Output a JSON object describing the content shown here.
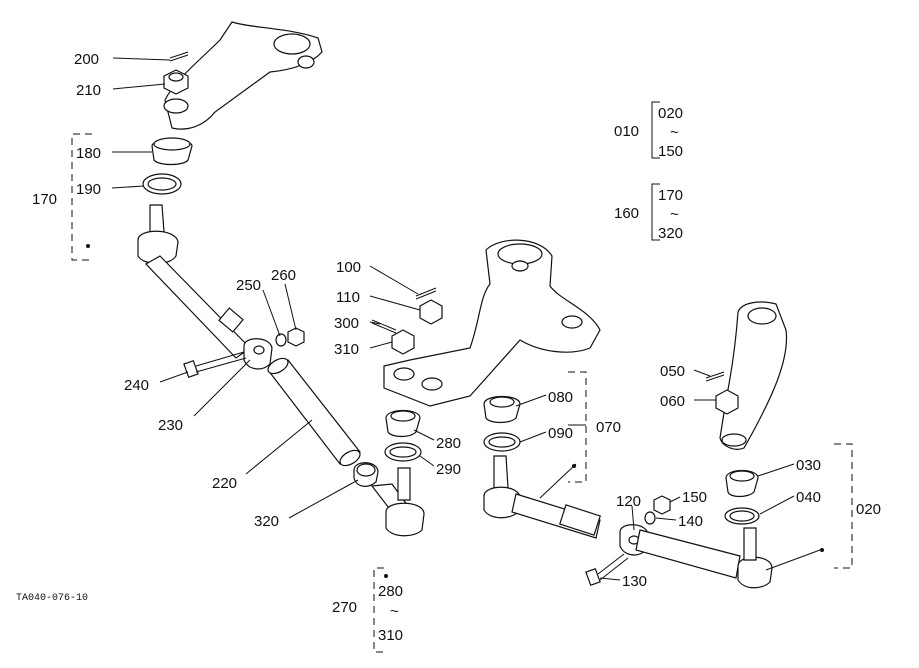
{
  "drawing_code": "TA040-076-10",
  "callouts": {
    "c010": "010",
    "c020a": "020",
    "c150a": "150",
    "c160": "160",
    "c170a": "170",
    "c320a": "320",
    "c200": "200",
    "c210": "210",
    "c180": "180",
    "c190": "190",
    "c170b": "170",
    "c250": "250",
    "c260": "260",
    "c240": "240",
    "c230": "230",
    "c220": "220",
    "c320b": "320",
    "c100": "100",
    "c110": "110",
    "c300": "300",
    "c310a": "310",
    "c080": "080",
    "c090": "090",
    "c070": "070",
    "c280a": "280",
    "c290": "290",
    "c050": "050",
    "c060": "060",
    "c030": "030",
    "c040": "040",
    "c020b": "020",
    "c120": "120",
    "c150b": "150",
    "c140": "140",
    "c130": "130",
    "c270": "270",
    "c280b": "280",
    "c310b": "310"
  },
  "range_mark": "~"
}
